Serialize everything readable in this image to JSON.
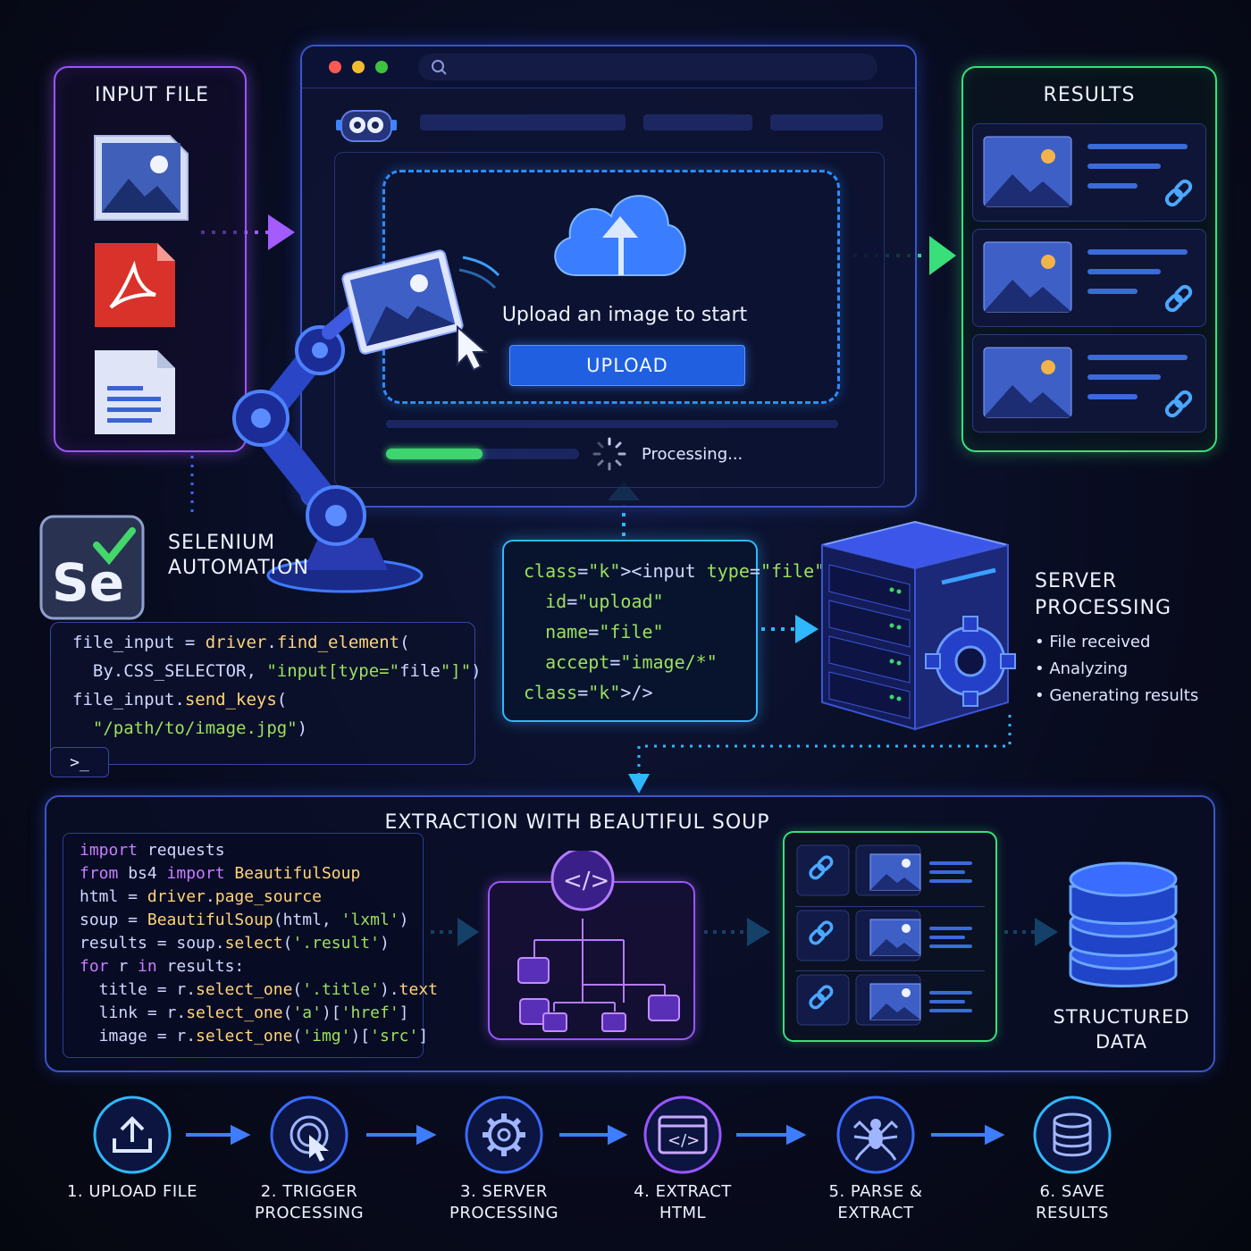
{
  "input_panel": {
    "title": "INPUT FILE",
    "files": [
      "image-file-icon",
      "pdf-file-icon",
      "document-file-icon"
    ]
  },
  "browser": {
    "upload_message": "Upload an image to start",
    "upload_button": "UPLOAD",
    "processing_text": "Processing...",
    "progress": 0.5
  },
  "results_panel": {
    "title": "RESULTS",
    "item_count": 3
  },
  "selenium": {
    "title_line1": "SELENIUM",
    "title_line2": "AUTOMATION",
    "logo_text": "Se",
    "code": [
      "file_input = driver.find_element(",
      "  By.CSS_SELECTOR, \"input[type=\"file\"]\")",
      "file_input.send_keys(",
      "  \"/path/to/image.jpg\")"
    ],
    "prompt": ">_"
  },
  "html_snippet": {
    "lines": [
      "<input type=\"file\"",
      "  id=\"upload\"",
      "  name=\"file\"",
      "  accept=\"image/*\"",
      "/>"
    ]
  },
  "server": {
    "title_line1": "SERVER",
    "title_line2": "PROCESSING",
    "bullets": [
      "File received",
      "Analyzing",
      "Generating results"
    ]
  },
  "extraction": {
    "title": "EXTRACTION WITH BEAUTIFUL SOUP",
    "code": [
      "import requests",
      "from bs4 import BeautifulSoup",
      "html = driver.page_source",
      "soup = BeautifulSoup(html, 'lxml')",
      "results = soup.select('.result')",
      "for r in results:",
      "  title = r.select_one('.title').text",
      "  link = r.select_one('a')['href']",
      "  image = r.select_one('img')['src']"
    ],
    "structured_line1": "STRUCTURED",
    "structured_line2": "DATA"
  },
  "steps": [
    {
      "line1": "1. UPLOAD FILE",
      "line2": "",
      "icon": "upload-icon"
    },
    {
      "line1": "2. TRIGGER",
      "line2": "PROCESSING",
      "icon": "click-icon"
    },
    {
      "line1": "3. SERVER",
      "line2": "PROCESSING",
      "icon": "gear-icon"
    },
    {
      "line1": "4. EXTRACT",
      "line2": "HTML",
      "icon": "code-icon"
    },
    {
      "line1": "5. PARSE & EXTRACT",
      "line2": "",
      "icon": "spider-icon"
    },
    {
      "line1": "6. SAVE RESULTS",
      "line2": "",
      "icon": "database-icon"
    }
  ],
  "colors": {
    "purple": "#a45cff",
    "green": "#39e07a",
    "cyan": "#2fb8ff",
    "blue": "#2f6bff",
    "upload_button": "#1f5fe0"
  }
}
